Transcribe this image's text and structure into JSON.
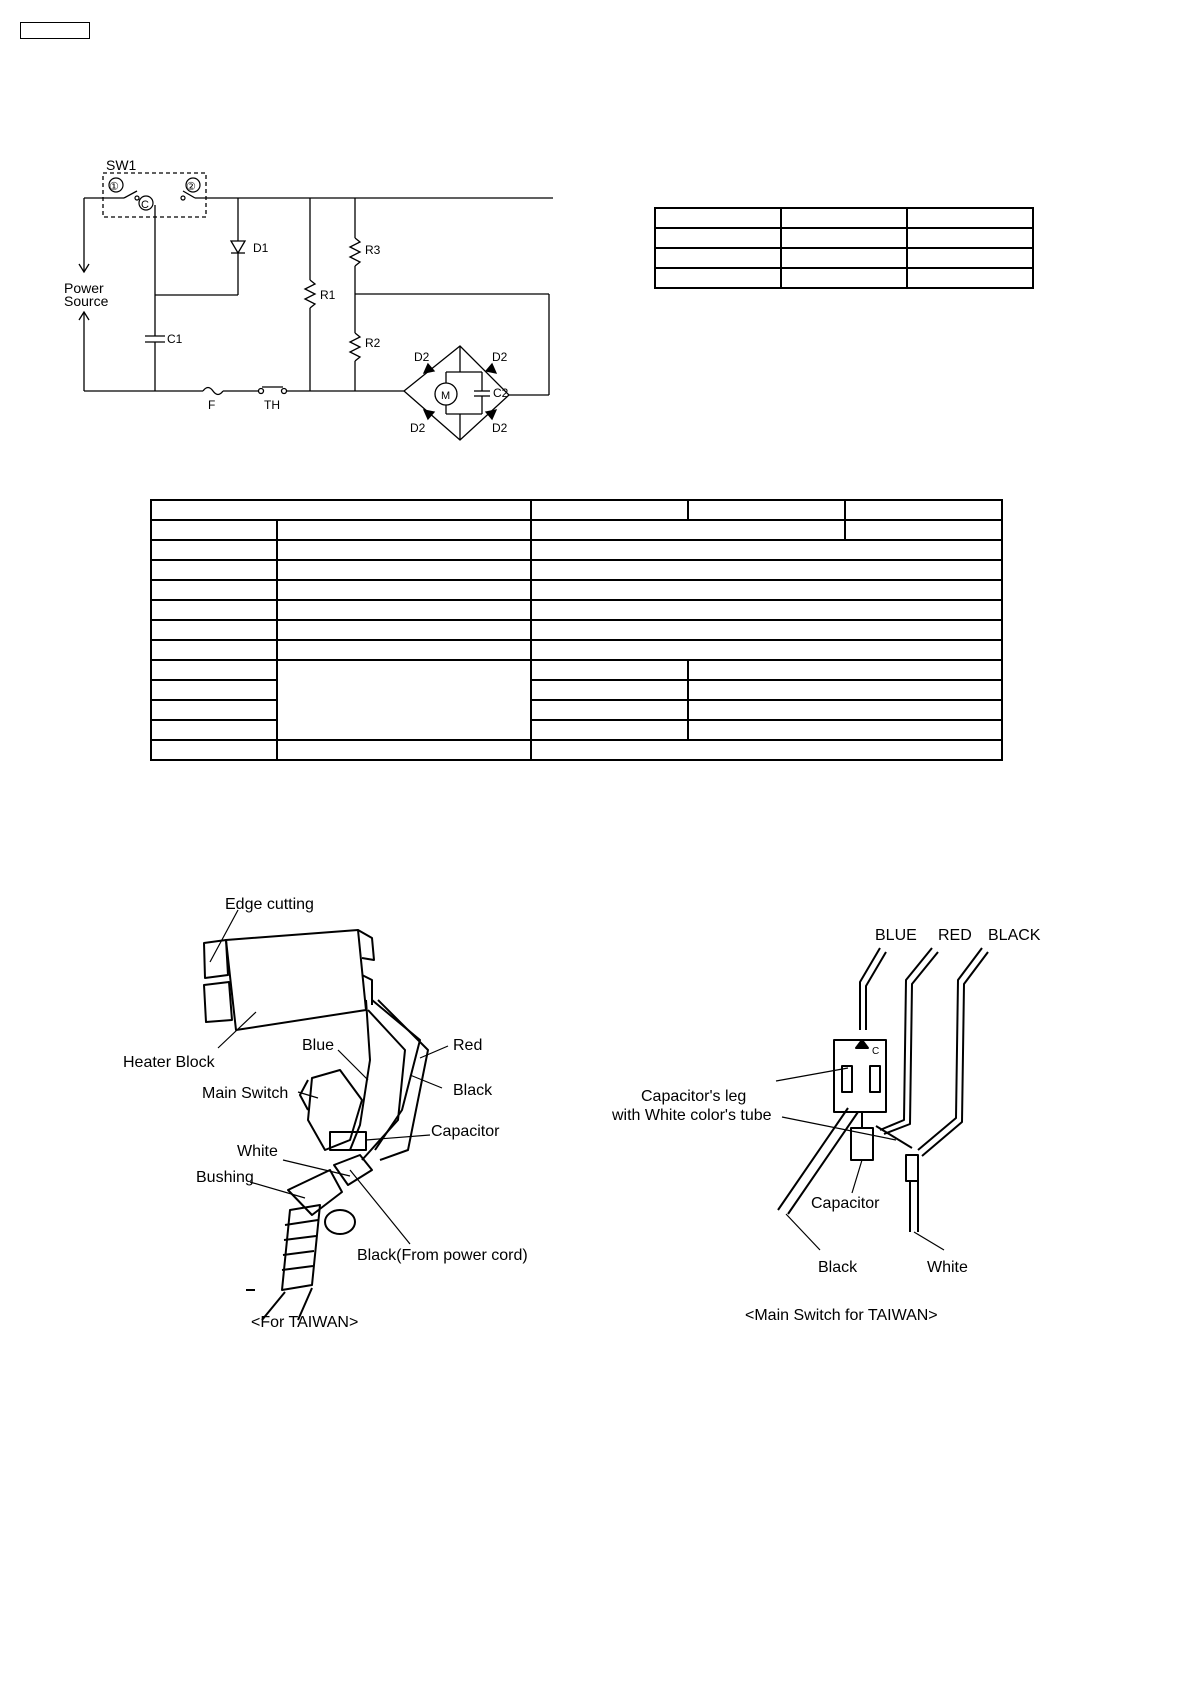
{
  "circuit": {
    "switch_label": "SW1",
    "terminal_1": "①",
    "terminal_2": "②",
    "terminal_c": "C",
    "power_source_line1": "Power",
    "power_source_line2": "Source",
    "d1": "D1",
    "c1": "C1",
    "r1": "R1",
    "r2": "R2",
    "r3": "R3",
    "d2": "D2",
    "c2": "C2",
    "motor": "M",
    "fuse": "F",
    "thermostat": "TH"
  },
  "left_figure": {
    "edge_cutting": "Edge cutting",
    "heater_block": "Heater Block",
    "blue": "Blue",
    "red": "Red",
    "main_switch": "Main Switch",
    "black": "Black",
    "capacitor": "Capacitor",
    "white": "White",
    "bushing": "Bushing",
    "black_from_cord": "Black(From power cord)",
    "caption": "<For TAIWAN>"
  },
  "right_figure": {
    "wire_blue": "BLUE",
    "wire_red": "RED",
    "wire_black": "BLACK",
    "cap_leg_line1": "Capacitor's leg",
    "cap_leg_line2": "with White color's tube",
    "capacitor": "Capacitor",
    "black": "Black",
    "white": "White",
    "switch_mark": "C",
    "caption": "<Main Switch for TAIWAN>"
  }
}
